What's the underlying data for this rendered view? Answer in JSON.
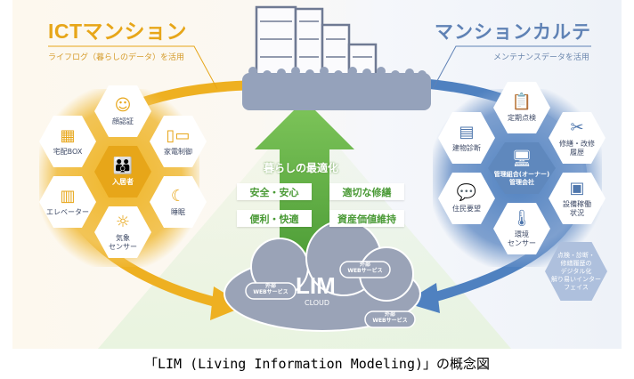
{
  "left_panel": {
    "title": "ICTマンション",
    "subtitle": "ライフログ（暮らしのデータ）を活用",
    "center": {
      "label": "入居者",
      "icon": "residents-icon"
    },
    "items": [
      {
        "label": "顔認証",
        "icon": "face-recognition-icon"
      },
      {
        "label": "宅配BOX",
        "icon": "delivery-box-icon"
      },
      {
        "label": "家電制御",
        "icon": "appliance-control-icon"
      },
      {
        "label": "エレベーター",
        "icon": "elevator-icon"
      },
      {
        "label": "睡眠",
        "icon": "moon-star-icon"
      },
      {
        "label": "気象\nセンサー",
        "icon": "weather-icon"
      }
    ],
    "color": "#e7a619"
  },
  "right_panel": {
    "title": "マンションカルテ",
    "subtitle": "メンテナンスデータを活用",
    "center": {
      "label": "管理組合(オーナー)\n管理会社",
      "icon": "manager-desk-icon"
    },
    "items": [
      {
        "label": "定期点検",
        "icon": "checklist-inspection-icon"
      },
      {
        "label": "建物診断",
        "icon": "clipboard-icon"
      },
      {
        "label": "修繕・改修\n履歴",
        "icon": "tools-icon"
      },
      {
        "label": "住民要望",
        "icon": "chat-bubble-icon"
      },
      {
        "label": "設備稼働\n状況",
        "icon": "equipment-monitor-icon"
      },
      {
        "label": "環境\nセンサー",
        "icon": "thermometer-icon"
      }
    ],
    "note": "点検・診断・\n修繕履歴の\nデジタル化\n解り易いインター\nフェイス",
    "color": "#5f88bd"
  },
  "center": {
    "heading": "暮らしの最適化",
    "boxes": [
      "安全・安心",
      "適切な修繕",
      "便利・快適",
      "資産価値維持"
    ],
    "color": "#6db34c"
  },
  "cloud": {
    "title": "LIM",
    "subtitle": "CLOUD",
    "external": [
      "外部\nWEBサービス",
      "外部\nWEBサービス",
      "外部\nWEBサービス"
    ],
    "color": "#9aa3b7"
  },
  "caption": "「LIM (Living Information Modeling)」の概念図"
}
